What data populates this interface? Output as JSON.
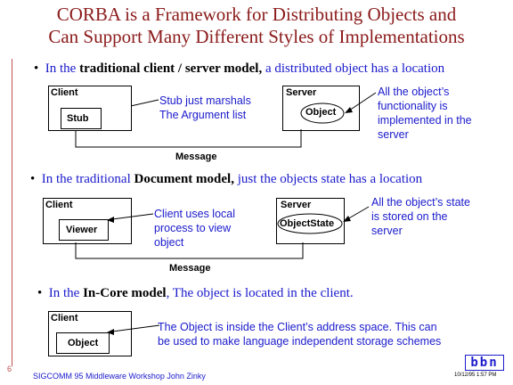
{
  "title": {
    "line1": "CORBA is a Framework for Distributing Objects and",
    "line2": "Can Support Many Different Styles of Implementations"
  },
  "section1": {
    "bullet": "•",
    "pre": "In the ",
    "bold": "traditional client / server model,",
    "post": " a distributed object has a location",
    "client_label": "Client",
    "stub_label": "Stub",
    "server_label": "Server",
    "object_label": "Object",
    "anno_stub": "Stub just marshals\nThe Argument list",
    "anno_server": "All the object’s\nfunctionality is\nimplemented in the\nserver",
    "message": "Message"
  },
  "section2": {
    "bullet": "•",
    "pre": "In the traditional ",
    "bold": "Document model,",
    "post": " just the objects state has a location",
    "client_label": "Client",
    "viewer_label": "Viewer",
    "server_label": "Server",
    "state_label": "ObjectState",
    "anno_client": "Client uses local\nprocess to view\nobject",
    "anno_server": "All the object’s state\nis stored on the\nserver",
    "message": "Message"
  },
  "section3": {
    "bullet": "•",
    "pre": "In the ",
    "bold": "In-Core model",
    "post": ", The object is located in the client.",
    "client_label": "Client",
    "object_label": "Object",
    "anno": "The Object is inside the Client’s address space. This can\nbe used to make language independent storage schemes"
  },
  "footer": {
    "left": "SIGCOMM 95 Middleware Workshop    John Zinky",
    "logo": "bbn",
    "date": "10/12/95 1:57 PM",
    "page_marker": "6"
  },
  "colors": {
    "title": "#8b1a1a",
    "body_text": "#1a1acc",
    "margin_line": "#c05050"
  }
}
